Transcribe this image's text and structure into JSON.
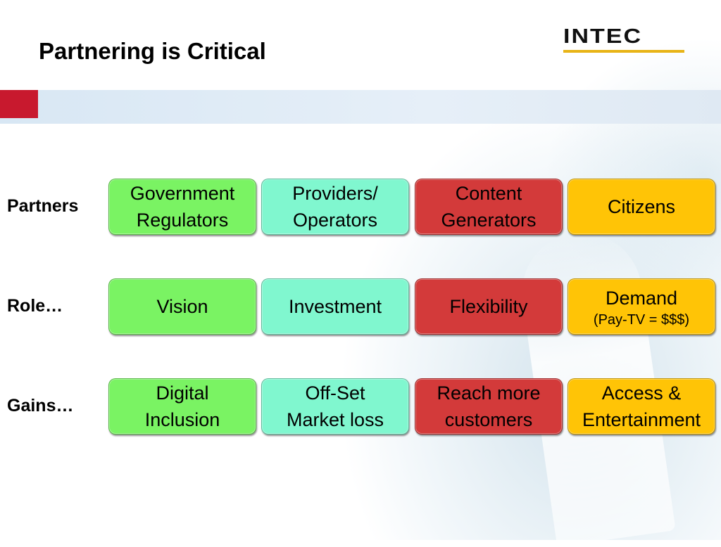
{
  "slide": {
    "title": "Partnering is Critical"
  },
  "logo": {
    "text": "INTEC"
  },
  "colors": {
    "accent_red": "#c8192e",
    "logo_gold": "#e8b417",
    "green": "#7af363",
    "aqua": "#80f7cf",
    "red": "#d33a3a",
    "gold": "#ffc406"
  },
  "rows": [
    {
      "label": "Partners",
      "cells": [
        {
          "line1": "Government",
          "line2": "Regulators"
        },
        {
          "line1": "Providers/",
          "line2": "Operators"
        },
        {
          "line1": "Content",
          "line2": "Generators"
        },
        {
          "line1": "Citizens",
          "line2": ""
        }
      ]
    },
    {
      "label": "Role…",
      "cells": [
        {
          "line1": "Vision",
          "line2": ""
        },
        {
          "line1": "Investment",
          "line2": ""
        },
        {
          "line1": "Flexibility",
          "line2": ""
        },
        {
          "line1": "Demand",
          "line2": "(Pay-TV = $$$)"
        }
      ]
    },
    {
      "label": "Gains…",
      "cells": [
        {
          "line1": "Digital",
          "line2": "Inclusion"
        },
        {
          "line1": "Off-Set",
          "line2": "Market loss"
        },
        {
          "line1": "Reach more",
          "line2": "customers"
        },
        {
          "line1": "Access &",
          "line2": "Entertainment"
        }
      ]
    }
  ]
}
